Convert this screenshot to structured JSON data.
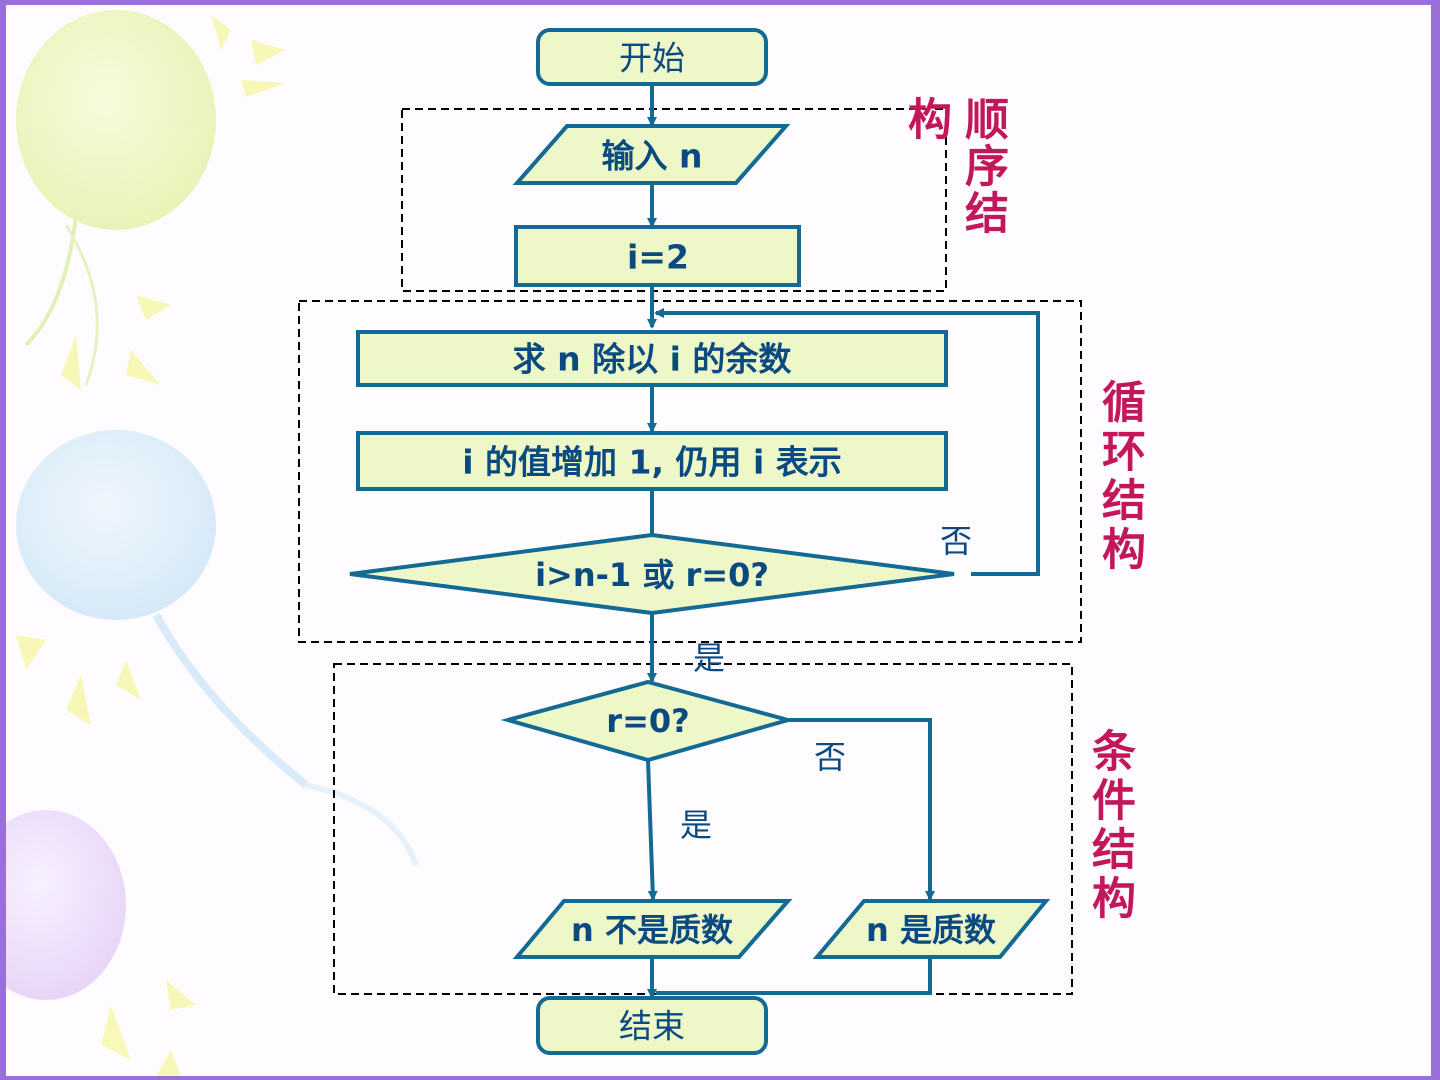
{
  "nodes": {
    "start": "开始",
    "input_n": "输入 n",
    "init_i": "i=2",
    "remainder": "求 n 除以 i 的余数",
    "increment": "i 的值增加 1, 仍用 i 表示",
    "loop_cond": "i>n-1 或 r=0?",
    "check_r": "r=0?",
    "not_prime": "n 不是质数",
    "prime": "n 是质数",
    "end": "结束"
  },
  "edges": {
    "loop_no": "否",
    "loop_yes": "是",
    "check_no": "否",
    "check_yes": "是"
  },
  "sections": {
    "sequence": [
      "构",
      "顺",
      "序",
      "结"
    ],
    "loop": [
      "循",
      "环",
      "结",
      "构"
    ],
    "condition": [
      "条",
      "件",
      "结",
      "构"
    ]
  },
  "colors": {
    "node_fill": "#eef7c8",
    "node_stroke": "#136a94",
    "text": "#0a4a80",
    "section_label": "#c2185b",
    "frame": "#9b6fd9"
  }
}
